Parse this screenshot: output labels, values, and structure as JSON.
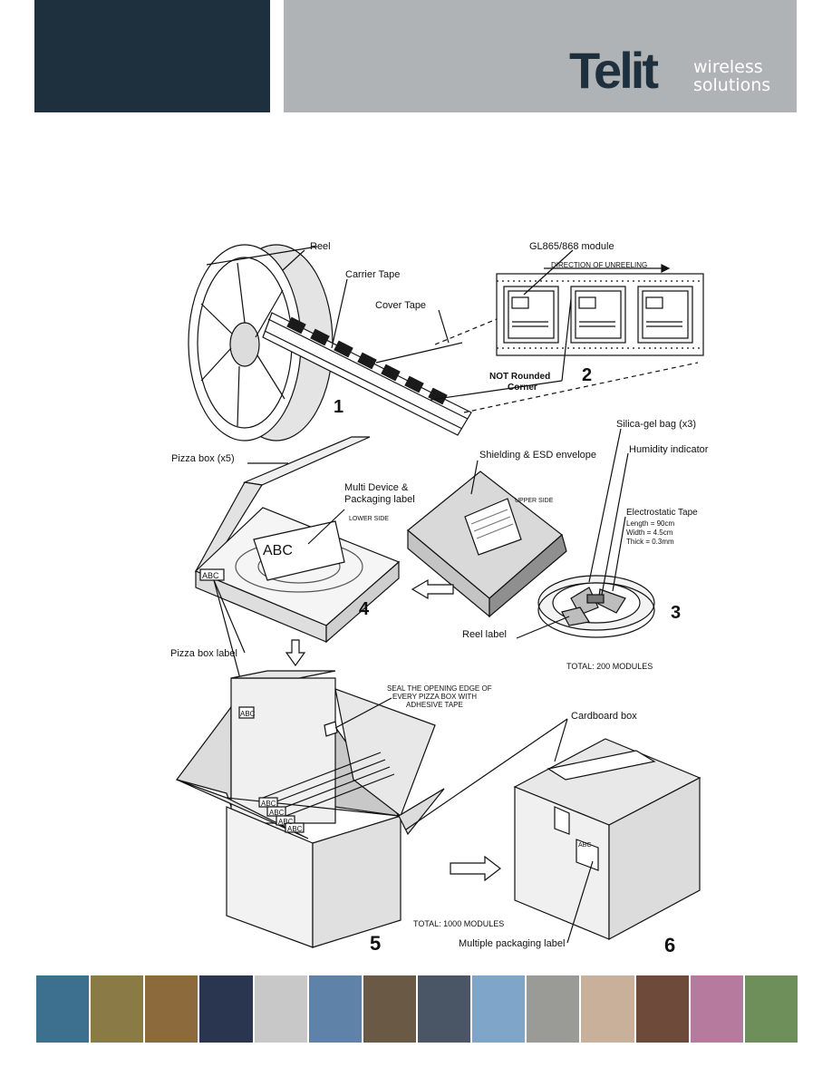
{
  "logo": {
    "brand": "Telit",
    "tagline_1": "wireless",
    "tagline_2": "solutions"
  },
  "labels": {
    "reel": "Reel",
    "carrier_tape": "Carrier Tape",
    "cover_tape": "Cover Tape",
    "module": "GL865/868 module",
    "direction": "DIRECTION OF UNREELING",
    "corner_1": "NOT Rounded",
    "corner_2": "Corner",
    "silica": "Silica-gel bag (x3)",
    "humidity": "Humidity indicator",
    "esd": "Shielding & ESD envelope",
    "upper_side": "UPPER SIDE",
    "estatic": "Electrostatic Tape",
    "length": "Length = 90cm",
    "width": "Width = 4.5cm",
    "thick": "Thick = 0.3mm",
    "pizza_box": "Pizza box (x5)",
    "multi_label_1": "Multi Device &",
    "multi_label_2": "Packaging label",
    "lower_side": "LOWER SIDE",
    "abc": "ABC",
    "reel_label": "Reel label",
    "total_200": "TOTAL: 200  MODULES",
    "pizza_box_label": "Pizza box label",
    "seal_1": "SEAL THE OPENING EDGE OF",
    "seal_2": "EVERY PIZZA BOX WITH",
    "seal_3": "ADHESIVE TAPE",
    "cardboard": "Cardboard box",
    "total_1000": "TOTAL: 1000  MODULES",
    "multi_pack": "Multiple packaging label"
  },
  "steps": {
    "s1": "1",
    "s2": "2",
    "s3": "3",
    "s4": "4",
    "s5": "5",
    "s6": "6"
  },
  "colors": {
    "header_dark": "#1e2f3e",
    "header_gray": "#b0b3b5"
  },
  "photos": [
    {
      "name": "photo-light-trails",
      "color": "#3d6f8e"
    },
    {
      "name": "photo-payphone",
      "color": "#8a7a45"
    },
    {
      "name": "photo-shipping-containers",
      "color": "#8c6a3c"
    },
    {
      "name": "photo-led-timetable",
      "color": "#2a3550"
    },
    {
      "name": "photo-laptop",
      "color": "#c8c8c8"
    },
    {
      "name": "photo-cyclist",
      "color": "#5e82a8"
    },
    {
      "name": "photo-vending-machine",
      "color": "#6a5a45"
    },
    {
      "name": "photo-ticket-machine",
      "color": "#4a5565"
    },
    {
      "name": "photo-wind-turbines",
      "color": "#7fa6c9"
    },
    {
      "name": "photo-electricity-meter",
      "color": "#9a9a96"
    },
    {
      "name": "photo-laser-security",
      "color": "#c9b09b"
    },
    {
      "name": "photo-shopping-street",
      "color": "#6e4a3a"
    },
    {
      "name": "photo-pink-curtains",
      "color": "#b57a9d"
    },
    {
      "name": "photo-security-camera",
      "color": "#6f8f5a"
    }
  ]
}
